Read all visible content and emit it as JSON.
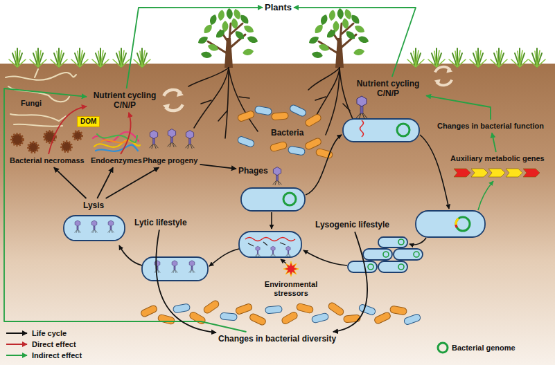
{
  "diagram": {
    "nodes": [
      {
        "text": [
          "Plants"
        ]
      },
      {
        "text": [
          "Nutrient cycling C/N/P"
        ]
      },
      {
        "text": [
          "Nutrient cycling C/N/P"
        ]
      },
      {
        "text": [
          "Fungi"
        ]
      },
      {
        "text": [
          "DOM"
        ]
      },
      {
        "text": [
          "Bacterial necromass"
        ]
      },
      {
        "text": [
          "Endoenzymes"
        ]
      },
      {
        "text": [
          "Phage progeny"
        ]
      },
      {
        "text": [
          "Lysis"
        ]
      },
      {
        "text": [
          "Lytic lifestyle"
        ]
      },
      {
        "text": [
          "Bacteria"
        ]
      },
      {
        "text": [
          "Phages"
        ]
      },
      {
        "text": [
          "Lysogenic lifestyle"
        ]
      },
      {
        "text": [
          "Environmental stressors"
        ]
      },
      {
        "text": [
          "Auxiliary metabolic genes"
        ]
      },
      {
        "text": [
          "Changes in bacterial function"
        ]
      },
      {
        "text": [
          "Changes in bacterial diversity"
        ]
      }
    ],
    "edges": [
      {
        "from": 8,
        "to": 5,
        "arrow": "to"
      },
      {
        "from": 8,
        "to": 6,
        "arrow": "to"
      },
      {
        "from": 8,
        "to": 7,
        "arrow": "to"
      },
      {
        "from": 7,
        "to": 11,
        "arrow": "to"
      },
      {
        "from": 5,
        "to": 1,
        "arrow": "to"
      },
      {
        "from": 6,
        "to": 1,
        "arrow": "to"
      },
      {
        "from": 16,
        "to": 1,
        "arrow": "to"
      },
      {
        "from": 1,
        "to": 0,
        "arrow": "to"
      },
      {
        "from": 2,
        "to": 0,
        "arrow": "to"
      },
      {
        "from": 15,
        "to": 2,
        "arrow": "to"
      },
      {
        "from": 14,
        "to": 15,
        "arrow": "to"
      },
      {
        "from": 9,
        "to": 16,
        "arrow": "to"
      },
      {
        "from": 12,
        "to": 16,
        "arrow": "to"
      }
    ],
    "legend": [
      {
        "text": "Life cycle"
      },
      {
        "text": "Direct effect"
      },
      {
        "text": "Indirect effect"
      },
      {
        "text": "Bacterial genome"
      }
    ]
  }
}
